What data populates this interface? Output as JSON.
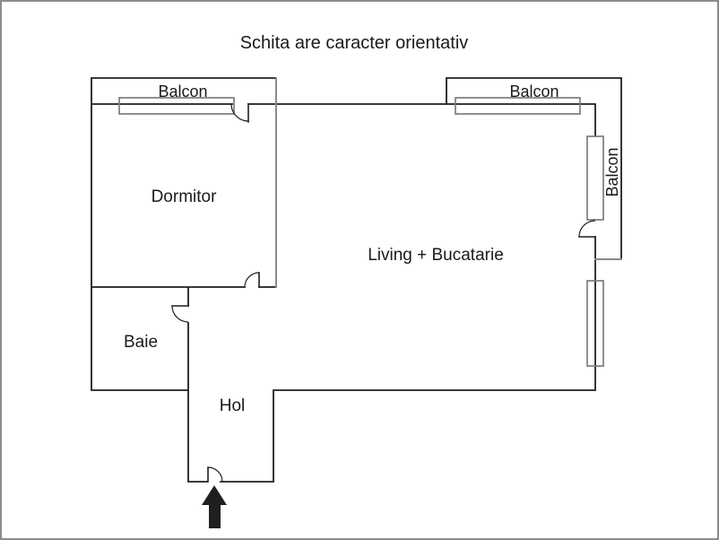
{
  "title": "Schita are caracter orientativ",
  "rooms": {
    "dormitor": {
      "label": "Dormitor"
    },
    "living": {
      "label": "Living + Bucatarie"
    },
    "baie": {
      "label": "Baie"
    },
    "hol": {
      "label": "Hol"
    }
  },
  "balconies": {
    "top_left": {
      "label": "Balcon"
    },
    "top_right": {
      "label": "Balcon"
    },
    "right": {
      "label": "Balcon"
    }
  },
  "colors": {
    "wall": "#1f1f1f",
    "secondary_line": "#8a8a8a",
    "window": "#7d7d7d",
    "text": "#1a1a1a",
    "page_border": "#8c8c8c",
    "background": "#ffffff",
    "arrow": "#1f1f1f"
  }
}
